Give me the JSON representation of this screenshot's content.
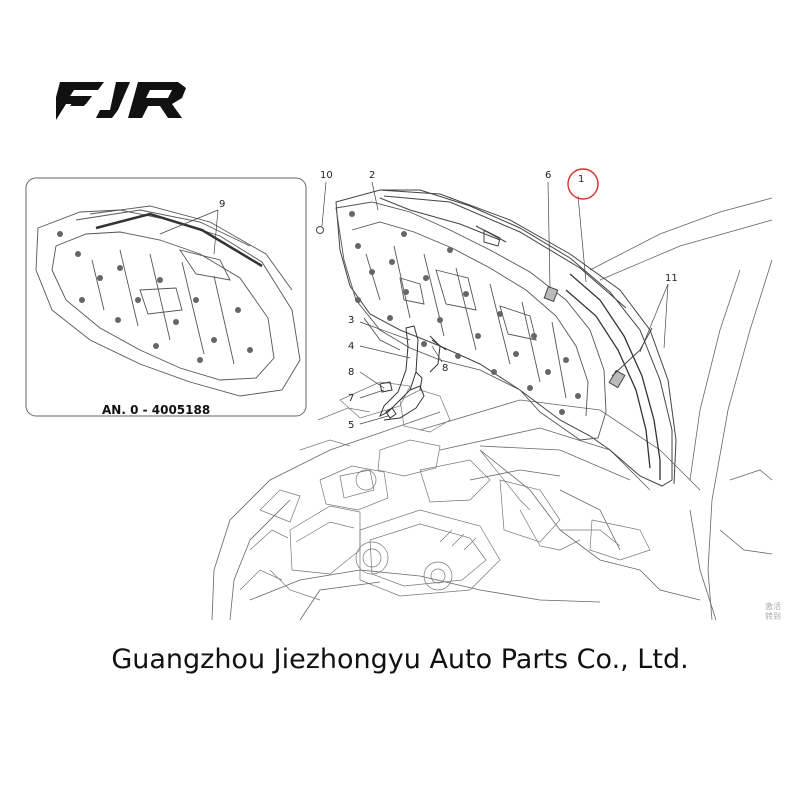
{
  "logo": {
    "text": "FJR"
  },
  "inset": {
    "caption": "AN. 0 - 4005188",
    "callouts": [
      "9"
    ]
  },
  "callouts": [
    "10",
    "2",
    "6",
    "1",
    "11",
    "3",
    "4",
    "8",
    "8",
    "7",
    "5"
  ],
  "watermark": {
    "line1": "激活",
    "line2": "转到"
  },
  "company": {
    "name": "Guangzhou Jiezhongyu Auto Parts Co., Ltd."
  },
  "colors": {
    "line": "#555555",
    "highlight": "#d93025",
    "text": "#111111"
  }
}
